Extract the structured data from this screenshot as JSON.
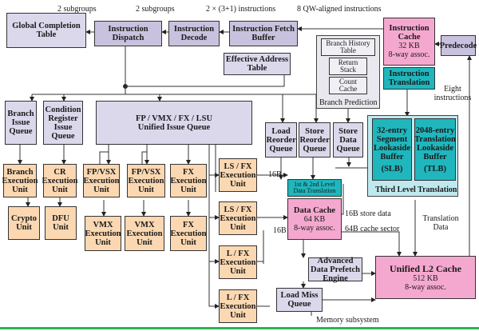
{
  "colors": {
    "purple": "#c9c2de",
    "peach": "#fbd8b2",
    "pink": "#f5a8cf",
    "teal": "#1fb7bd",
    "green": "#2db25a"
  },
  "top_labels": {
    "subgroups_a": "2 subgroups",
    "subgroups_b": "2 subgroups",
    "instructions": "2 × (3+1) instructions",
    "qw": "8 QW-aligned instructions"
  },
  "blocks": {
    "gct": "Global Completion Table",
    "dispatch": "Instruction Dispatch",
    "decode": "Instruction Decode",
    "fetch_buffer": "Instruction Fetch Buffer",
    "icache": {
      "title": "Instruction Cache",
      "size": "32 KB",
      "assoc": "8-way assoc."
    },
    "itrans": "Instruction Translation",
    "predecode": "Predecode",
    "eat": "Effective Address Table",
    "bht": "Branch History Table",
    "return_stack": "Return Stack",
    "count_cache": "Count Cache",
    "branch_prediction": "Branch Prediction",
    "branch_iq": "Branch Issue Queue",
    "cr_iq": "Condition Register Issue Queue",
    "unified_iq": {
      "line1": "FP / VMX / FX / LSU",
      "line2": "Unified Issue Queue"
    },
    "lrq": "Load Reorder Queue",
    "srq": "Store Reorder Queue",
    "sdq": "Store Data Queue",
    "slb": {
      "title": "32-entry Segment Lookaside Buffer",
      "abbr": "(SLB)"
    },
    "tlb": {
      "title": "2048-entry Translation Lookaside Buffer",
      "abbr": "(TLB)"
    },
    "third_level": "Third Level Translation",
    "dtrans": "1st & 2nd Level Data Translation",
    "dcache": {
      "title": "Data Cache",
      "size": "64 KB",
      "assoc": "8-way assoc."
    },
    "prefetch": "Advanced Data Prefetch Engine",
    "l2": {
      "title": "Unified L2 Cache",
      "size": "512 KB",
      "assoc": "8-way assoc."
    },
    "lmq": "Load Miss Queue",
    "memory": "Memory subsystem",
    "eight_instr": "Eight instructions",
    "trans_data": "Translation Data",
    "store_data": "16B store data",
    "cache_sector": "64B cache sector",
    "b16_1": "16B",
    "b16_2": "16B"
  },
  "units": {
    "branch_eu": "Branch Execution Unit",
    "cr_eu": "CR Execution Unit",
    "fpvsx1": "FP/VSX Execution Unit",
    "fpvsx2": "FP/VSX Execution Unit",
    "fx1": "FX Execution Unit",
    "crypto": "Crypto Unit",
    "dfu": "DFU Unit",
    "vmx1": "VMX Execution Unit",
    "vmx2": "VMX Execution Unit",
    "fx2": "FX Execution Unit",
    "lsfx1": "LS / FX Execution Unit",
    "lsfx2": "LS / FX Execution Unit",
    "lfx1": "L / FX Execution Unit",
    "lfx2": "L / FX Execution Unit"
  }
}
